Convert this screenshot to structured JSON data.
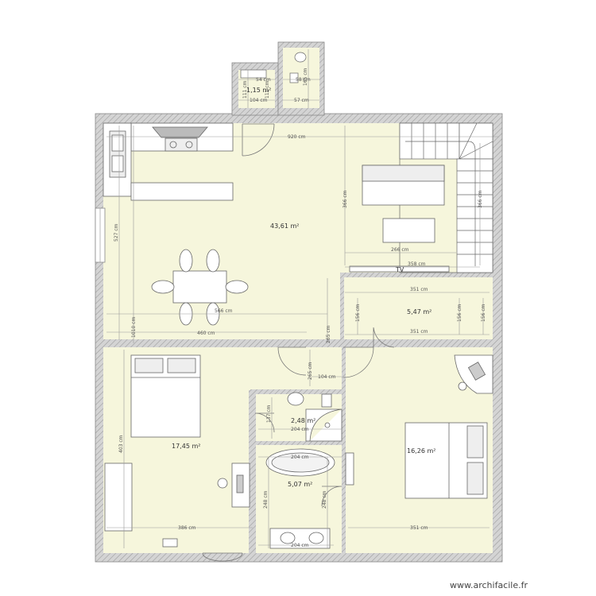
{
  "plan": {
    "colors": {
      "wall": "#b8b8b8",
      "floor": "#f5f5dc",
      "dimension": "#999999",
      "text": "#333333"
    },
    "rooms": [
      {
        "id": "living",
        "area": "43,61 m²"
      },
      {
        "id": "hall",
        "area": "5,47 m²"
      },
      {
        "id": "bedroom-left",
        "area": "17,45 m²"
      },
      {
        "id": "bedroom-right",
        "area": "16,26 m²"
      },
      {
        "id": "wc",
        "area": "2,48 m²"
      },
      {
        "id": "bathroom",
        "area": "5,07 m²"
      },
      {
        "id": "small-annex",
        "area": "1,15 m²"
      }
    ],
    "dimensions": {
      "living_width": "920 cm",
      "living_depth": "527 cm",
      "stair_left": "366 cm",
      "stair_right": "366 cm",
      "sofa_width": "266 cm",
      "tv_width": "358 cm",
      "dining_width": "566 cm",
      "hall_width_top": "351 cm",
      "hall_width_bottom": "351 cm",
      "hall_h1": "156 cm",
      "hall_h2": "156 cm",
      "hall_h3": "156 cm",
      "left_depth": "1010 cm",
      "left_width": "460 cm",
      "corridor": "265 cm",
      "corridor_b": "265 cm",
      "corridor_w": "104 cm",
      "wc_h": "137 cm",
      "wc_w": "204 cm",
      "bath_w": "204 cm",
      "bath_h_left": "248 cm",
      "bath_h_right": "248 cm",
      "bath_bottom": "204 cm",
      "bed_left_h": "403 cm",
      "bed_left_w": "386 cm",
      "bed_right_w": "351 cm",
      "annex_w1": "104 cm",
      "annex_w2": "57 cm",
      "annex_h1": "111 cm",
      "annex_h2": "111 cm",
      "annex_top1": "54 cm",
      "annex_top2": "58 cm",
      "annex_side": "165 cm"
    },
    "tv_label": "TV"
  },
  "watermark": "www.archifacile.fr"
}
